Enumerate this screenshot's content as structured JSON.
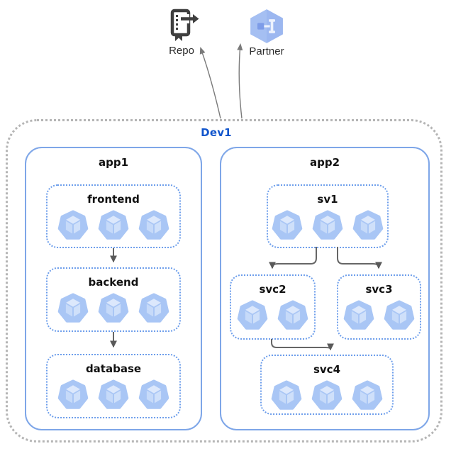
{
  "external_nodes": [
    {
      "id": "repo",
      "label": "Repo",
      "icon": "source-repository-icon"
    },
    {
      "id": "partner",
      "label": "Partner",
      "icon": "partner-hexagon-icon"
    }
  ],
  "cluster": {
    "label": "Dev1",
    "apps": [
      {
        "label": "app1",
        "services": [
          {
            "label": "frontend",
            "pods": 3
          },
          {
            "label": "backend",
            "pods": 3
          },
          {
            "label": "database",
            "pods": 3
          }
        ]
      },
      {
        "label": "app2",
        "services": [
          {
            "label": "sv1",
            "pods": 3
          },
          {
            "label": "svc2",
            "pods": 2
          },
          {
            "label": "svc3",
            "pods": 2
          },
          {
            "label": "svc4",
            "pods": 3
          }
        ]
      }
    ]
  },
  "edges": [
    {
      "from": "frontend",
      "to": "backend"
    },
    {
      "from": "backend",
      "to": "database"
    },
    {
      "from": "sv1",
      "to": "svc2"
    },
    {
      "from": "sv1",
      "to": "svc3"
    },
    {
      "from": "svc2",
      "to": "svc4"
    },
    {
      "from": "Dev1",
      "to": "Repo"
    },
    {
      "from": "Dev1",
      "to": "Partner"
    }
  ],
  "colors": {
    "cluster_label": "#1155CC",
    "app_border": "#7EA6E8",
    "service_border": "#6D9EEB",
    "cluster_border": "#B5B5B5",
    "pod_fill": "#A9C6F5",
    "pod_cube_top": "#DCE8FC",
    "pod_cube_side": "#CBDDF9",
    "arrow": "#666666",
    "external_arrow": "#7A7A7A",
    "repo_icon": "#3F3F3F",
    "partner_hex": "#A5BFF2",
    "label_text": "#111111"
  }
}
